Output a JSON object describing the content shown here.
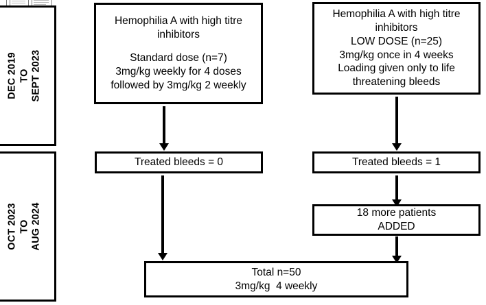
{
  "figure": {
    "type": "flowchart",
    "title": "Hemophilia A emicizumab dosing study flow",
    "orientation": "top-to-bottom, two parallel cohorts"
  },
  "periods": [
    {
      "id": "period-1",
      "lines": [
        "DEC 2019",
        "TO",
        "SEPT 2023"
      ],
      "text": "DEC 2019 TO SEPT 2023"
    },
    {
      "id": "period-2",
      "lines": [
        "OCT 2023",
        "TO",
        "AUG 2024"
      ],
      "text": "OCT 2023 TO AUG 2024"
    }
  ],
  "nodes": {
    "standard_dose": {
      "lines": [
        "Hemophilia A with high titre",
        "inhibitors",
        "",
        "Standard dose (n=7)",
        "3mg/kg weekly for 4 doses",
        "followed by 3mg/kg 2 weekly"
      ]
    },
    "low_dose": {
      "lines": [
        "Hemophilia A with high titre",
        "inhibitors",
        "LOW DOSE (n=25)",
        "3mg/kg once in 4 weeks",
        "Loading given only to life",
        "threatening bleeds"
      ]
    },
    "treated_bleeds_left": {
      "lines": [
        "Treated bleeds = 0"
      ]
    },
    "treated_bleeds_right": {
      "lines": [
        "Treated bleeds = 1"
      ]
    },
    "more_patients": {
      "lines": [
        "18 more patients",
        "ADDED"
      ]
    },
    "total": {
      "lines": [
        "Total n=50",
        "3mg/kg  4 weekly"
      ]
    }
  },
  "edges": [
    {
      "id": "edge-standard-to-bleeds0",
      "from": "standard_dose",
      "to": "treated_bleeds_left",
      "marker": "arrow-down"
    },
    {
      "id": "edge-lowdose-to-bleeds1",
      "from": "low_dose",
      "to": "treated_bleeds_right",
      "marker": "arrow-down"
    },
    {
      "id": "edge-bleeds0-to-total",
      "from": "treated_bleeds_left",
      "to": "total",
      "marker": "arrow-down"
    },
    {
      "id": "edge-bleeds1-to-added",
      "from": "treated_bleeds_right",
      "to": "more_patients",
      "marker": "arrow-down"
    },
    {
      "id": "edge-added-to-total",
      "from": "more_patients",
      "to": "total",
      "marker": "arrow-down"
    }
  ],
  "colors": {
    "stroke": "#000000",
    "background": "#ffffff",
    "text": "#000000"
  }
}
